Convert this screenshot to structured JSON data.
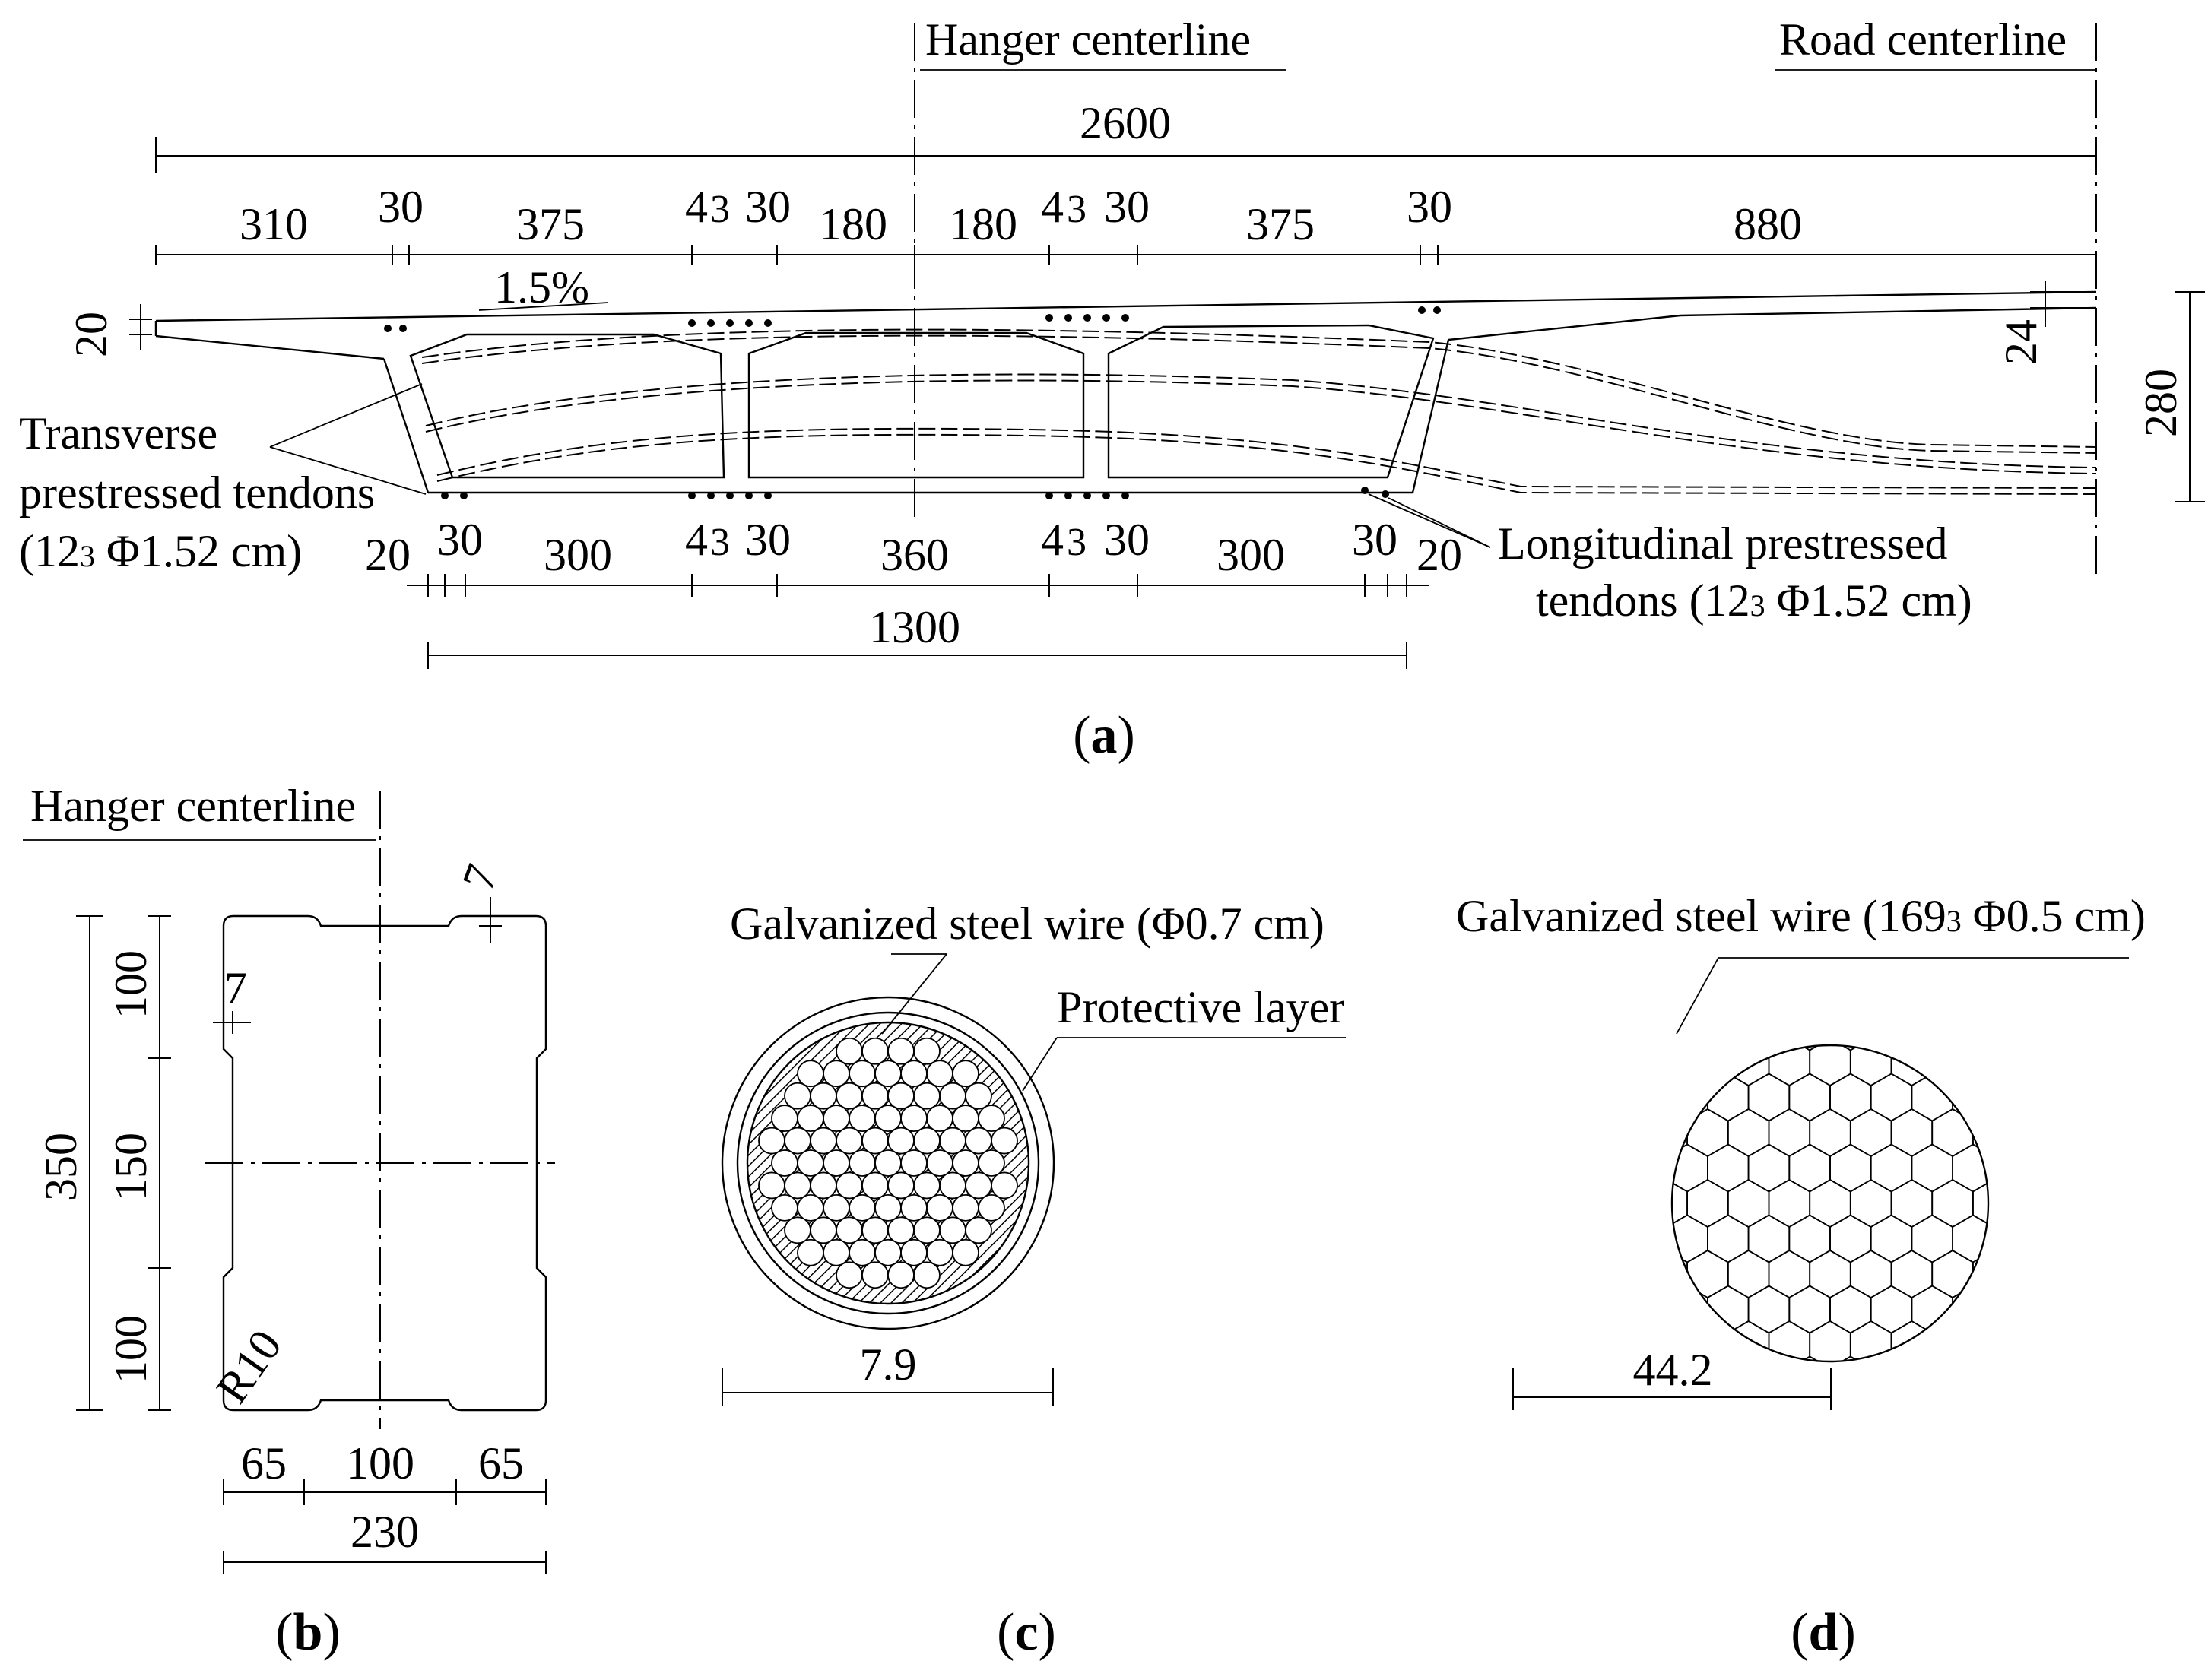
{
  "panel_a": {
    "caption": "a",
    "hanger_label": "Hanger centerline",
    "road_label": "Road centerline",
    "total_width": "2600",
    "top_dims": [
      "310",
      "30",
      "375",
      "4",
      "3",
      "30",
      "180",
      "180",
      "4",
      "3",
      "30",
      "375",
      "30",
      "880"
    ],
    "slope": "1.5%",
    "left_h": "20",
    "right_h": "24",
    "depth": "280",
    "bottom_dims": [
      "20",
      "30",
      "300",
      "4",
      "3",
      "30",
      "360",
      "4",
      "3",
      "30",
      "300",
      "30",
      "20"
    ],
    "bottom_total": "1300",
    "transverse_line1": "Transverse",
    "transverse_line2": "prestressed tendons",
    "transverse_line3": "(12",
    "transverse_sub": "3",
    "transverse_line3b": " Φ1.52 cm)",
    "longitudinal_line1": "Longitudinal prestressed",
    "longitudinal_line2": "tendons (12",
    "longitudinal_sub": "3",
    "longitudinal_line2b": " Φ1.52 cm)"
  },
  "panel_b": {
    "caption": "b",
    "hanger_label": "Hanger centerline",
    "notch": "7",
    "side_notch": "7",
    "height_total": "350",
    "h_parts": [
      "100",
      "150",
      "100"
    ],
    "radius": "R10",
    "w_parts": [
      "65",
      "100",
      "65"
    ],
    "width_total": "230"
  },
  "panel_c": {
    "caption": "c",
    "wire_label": "Galvanized steel wire (Φ0.7 cm)",
    "protective_label": "Protective layer",
    "diameter": "7.9"
  },
  "panel_d": {
    "caption": "d",
    "wire_label_a": "Galvanized steel wire (169",
    "wire_label_sub": "3",
    "wire_label_b": " Φ0.5 cm)",
    "diameter": "44.2"
  }
}
